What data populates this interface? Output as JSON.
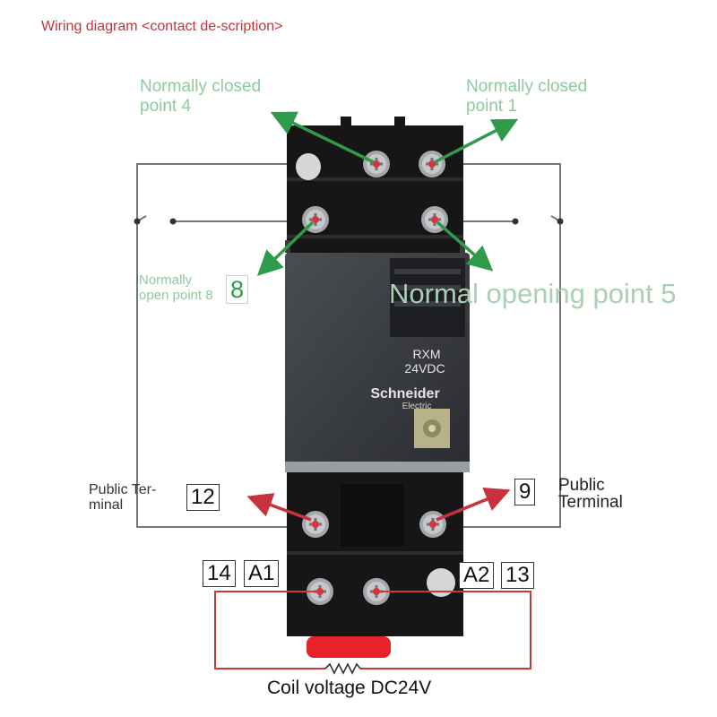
{
  "title": "Wiring diagram <contact de-scription>",
  "labels": {
    "nc4": "Normally closed point 4",
    "nc1": "Normally closed point 1",
    "no8_text": "Normally open point 8",
    "no8_num": "8",
    "no5": "Normal opening point 5",
    "public_left": "Public Ter-minal",
    "public_left_num": "12",
    "public_right": "Public Terminal",
    "public_right_num": "9",
    "t14": "14",
    "a1": "A1",
    "a2": "A2",
    "t13": "13",
    "coil": "Coil voltage DC24V"
  },
  "relay": {
    "model": "RXM",
    "voltage": "24VDC",
    "brand": "Schneider",
    "brand_sub": "Electric"
  },
  "colors": {
    "title": "#c0343a",
    "green_arrow": "#2e9a4a",
    "red_arrow": "#c8323e",
    "label_green": "#8fc9a0",
    "coil_wire": "#c83a3a"
  }
}
